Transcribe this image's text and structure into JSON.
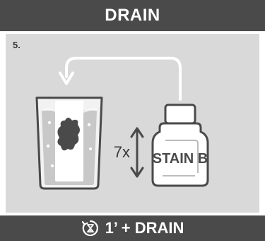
{
  "header": {
    "title": "DRAIN"
  },
  "step": {
    "number": "5."
  },
  "scene": {
    "repeat_label": "7x",
    "bottle_label": "STAIN B"
  },
  "footer": {
    "timer_icon": "timer-icon",
    "text": "1’ + DRAIN"
  },
  "colors": {
    "bar": "#4a4a4a",
    "panel": "#d9d9d9",
    "stroke": "#4a4a4a",
    "liquid": "#c8c8c8",
    "slide": "#ffffff"
  }
}
